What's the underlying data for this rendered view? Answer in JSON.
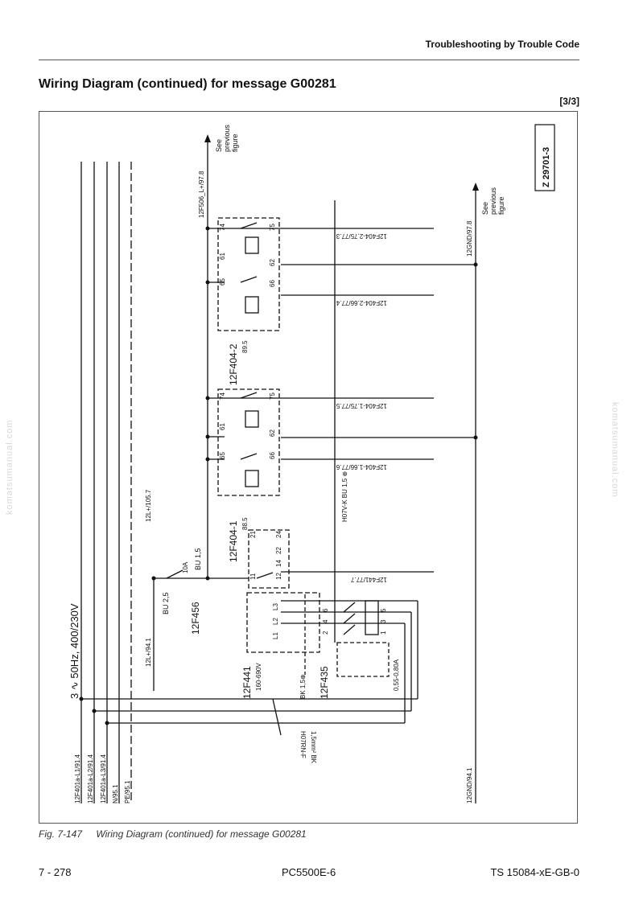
{
  "header": {
    "section_title": "Troubleshooting by Trouble Code"
  },
  "page": {
    "title": "Wiring Diagram (continued) for message G00281",
    "page_count": "[3/3]"
  },
  "diagram": {
    "id": "Z 29701-3",
    "see_previous": [
      "See",
      "previous",
      "figure"
    ],
    "supply": "3 ∿ 50Hz, 400/230V",
    "conn_top": "12F506_L+/97.8",
    "conn_gnd_top": "12GND/97.8",
    "conn_gnd_bottom": "12GND/94.1",
    "conn_l_top": "12L+/105.7",
    "conn_l_bottom": "12L+/94.1",
    "bu25": "BU 2,5",
    "bu15": "BU 1,5",
    "cable_h07vk": "H07V-K  BU 1,5 ⊕",
    "cable_bk": "BK 1,5⊕",
    "h07rn": "H07RN-F",
    "h07rn_size": "1,5mm² BK",
    "rating_10a": "10A",
    "breaker_range": "0,55-0,80A",
    "devices": {
      "f404_2": {
        "name": "12F404-2",
        "ref": "89.5"
      },
      "f404_1": {
        "name": "12F404-1",
        "ref": "88.5"
      },
      "f456": "12F456",
      "f441": {
        "name": "12F441",
        "range": "160-690V"
      },
      "f435": "12F435"
    },
    "terminals": [
      "74",
      "75",
      "61",
      "62",
      "65",
      "66",
      "21",
      "24",
      "11",
      "14",
      "22",
      "12",
      "L1",
      "L2",
      "L3",
      "2",
      "4",
      "6",
      "1",
      "3",
      "5"
    ],
    "outputs": {
      "o1": "12F404-2.75/77.3",
      "o2": "12F404-2.66/77.4",
      "o3": "12F404-1.75/77.5",
      "o4": "12F404-1.66/77.6",
      "o5": "12F441/77.7"
    },
    "rails": [
      "12F401a-L1/91.4",
      "12F401a-L2/91.4",
      "12F401a-L3/91.4",
      "N/95.1",
      "PE/95.1"
    ]
  },
  "caption": {
    "fig_no": "Fig. 7-147",
    "text": "Wiring Diagram (continued) for message G00281"
  },
  "footer": {
    "page_number": "7 - 278",
    "model": "PC5500E-6",
    "doc_id": "TS 15084-xE-GB-0"
  },
  "watermark": "komatsumanual.com"
}
